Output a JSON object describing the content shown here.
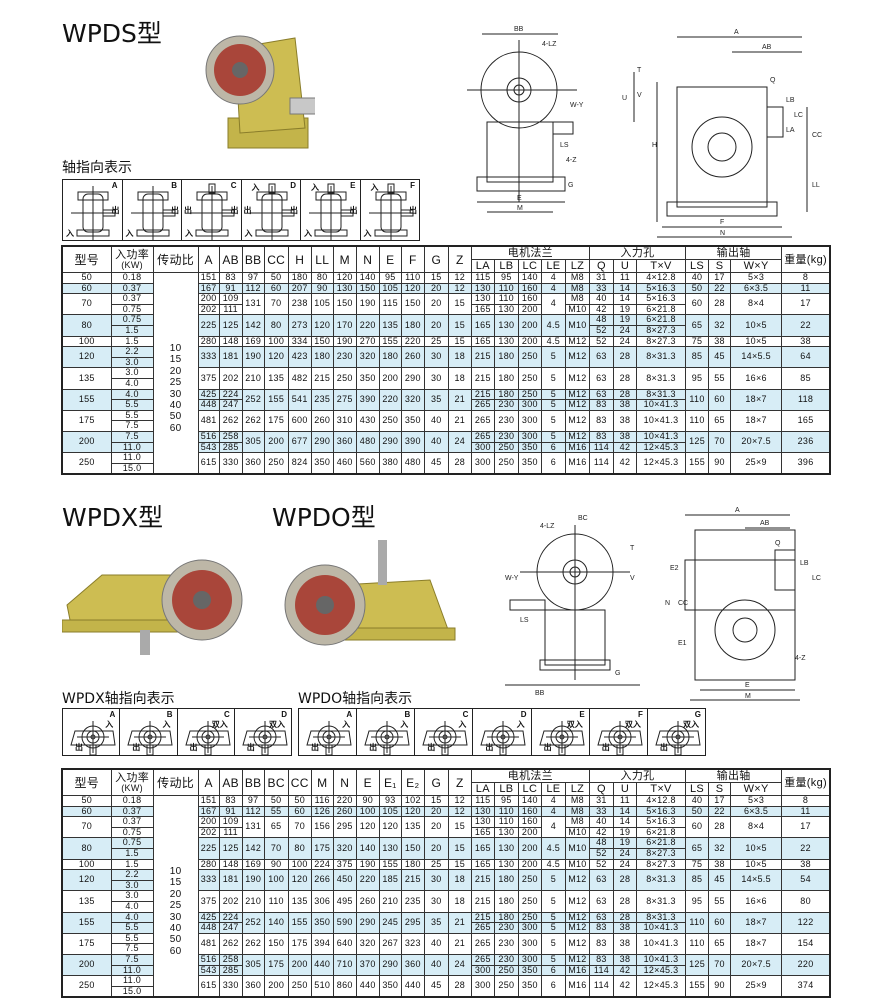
{
  "section1": {
    "title": "WPDS型",
    "direction_label": "轴指向表示",
    "directions": [
      {
        "letter": "A",
        "in": "入",
        "out": "出"
      },
      {
        "letter": "B",
        "in": "入",
        "out": "出"
      },
      {
        "letter": "C",
        "in": "入",
        "out": "出",
        "out2": "出"
      },
      {
        "letter": "D",
        "in": "入",
        "in2": "入",
        "out": "出",
        "out2": "出"
      },
      {
        "letter": "E",
        "in": "入",
        "in2": "入",
        "out": "出"
      },
      {
        "letter": "F",
        "in": "入",
        "in2": "入",
        "out": "出"
      }
    ],
    "drawing_labels": [
      "BB",
      "4-LZ",
      "W-Y",
      "LS",
      "4-Z",
      "E",
      "M",
      "G",
      "T",
      "V",
      "A",
      "AB",
      "Q",
      "H",
      "CC",
      "LL",
      "F",
      "N",
      "LB",
      "LC",
      "LA",
      "U"
    ]
  },
  "section2": {
    "title_x": "WPDX型",
    "title_o": "WPDO型",
    "direction_label_x": "WPDX轴指向表示",
    "direction_label_o": "WPDO轴指向表示",
    "directions_x": [
      {
        "letter": "A",
        "a": "入",
        "b": "出"
      },
      {
        "letter": "B",
        "a": "入",
        "b": "出"
      },
      {
        "letter": "C",
        "a": "双入",
        "b": "出"
      },
      {
        "letter": "D",
        "a": "双入",
        "b": "出"
      }
    ],
    "directions_o": [
      {
        "letter": "A",
        "a": "入",
        "b": "出"
      },
      {
        "letter": "B",
        "a": "入",
        "b": "出"
      },
      {
        "letter": "C",
        "a": "入",
        "b": "出"
      },
      {
        "letter": "D",
        "a": "入",
        "b": "出"
      },
      {
        "letter": "E",
        "a": "双入",
        "b": "出"
      },
      {
        "letter": "F",
        "a": "双入",
        "b": "出"
      },
      {
        "letter": "G",
        "a": "双入",
        "b": "出"
      }
    ],
    "drawing_labels": [
      "BC",
      "4-LZ",
      "W-Y",
      "LS",
      "BB",
      "G",
      "A",
      "AB",
      "Q",
      "E2",
      "N",
      "CC",
      "E1",
      "E",
      "M",
      "4-Z",
      "LB",
      "LC",
      "T",
      "V"
    ]
  },
  "headers": {
    "model": "型号",
    "power": "入功率",
    "power_unit": "(KW)",
    "ratio": "传动比",
    "flange": "电机法兰",
    "input": "入力孔",
    "output": "输出轴",
    "weight": "重量(kg)",
    "sub": [
      "LA",
      "LB",
      "LC",
      "LE",
      "LZ",
      "Q",
      "U",
      "T×V",
      "LS",
      "S",
      "W×Y"
    ]
  },
  "ratios": "10\n15\n20\n25\n30\n40\n50\n60",
  "table1": {
    "dims": [
      "A",
      "AB",
      "BB",
      "CC",
      "H",
      "LL",
      "M",
      "N",
      "E",
      "F",
      "G",
      "Z"
    ],
    "rows": [
      {
        "model": "50",
        "power": [
          "0.18"
        ],
        "cells": [
          "151",
          "83",
          "97",
          "50",
          "180",
          "80",
          "120",
          "140",
          "95",
          "110",
          "15",
          "12",
          "115",
          "95",
          "140",
          "4",
          "M8",
          "31",
          "11",
          "4×12.8",
          "40",
          "17",
          "5×3",
          "8"
        ]
      },
      {
        "model": "60",
        "power": [
          "0.37"
        ],
        "cells": [
          "167",
          "91",
          "112",
          "60",
          "207",
          "90",
          "130",
          "150",
          "105",
          "120",
          "20",
          "12",
          "130",
          "110",
          "160",
          "4",
          "M8",
          "33",
          "14",
          "5×16.3",
          "50",
          "22",
          "6×3.5",
          "11"
        ]
      },
      {
        "model": "70",
        "power": [
          "0.37",
          "0.75"
        ],
        "cells": [
          [
            "200",
            "202"
          ],
          [
            "109",
            "111"
          ],
          "131",
          "70",
          "238",
          "105",
          "150",
          "190",
          "115",
          "150",
          "20",
          "15",
          [
            "130",
            "165"
          ],
          [
            "110",
            "130"
          ],
          [
            "160",
            "200"
          ],
          "4",
          [
            "M8",
            "M10"
          ],
          [
            "40",
            "42"
          ],
          [
            "14",
            "19"
          ],
          [
            "5×16.3",
            "6×21.8"
          ],
          "60",
          "28",
          "8×4",
          "17"
        ]
      },
      {
        "model": "80",
        "power": [
          "0.75",
          "1.5"
        ],
        "cells": [
          "225",
          "125",
          "142",
          "80",
          "273",
          "120",
          "170",
          "220",
          "135",
          "180",
          "20",
          "15",
          "165",
          "130",
          "200",
          "4.5",
          "M10",
          [
            "48",
            "52"
          ],
          [
            "19",
            "24"
          ],
          [
            "6×21.8",
            "8×27.3"
          ],
          "65",
          "32",
          "10×5",
          "22"
        ]
      },
      {
        "model": "100",
        "power": [
          "1.5"
        ],
        "cells": [
          "280",
          "148",
          "169",
          "100",
          "334",
          "150",
          "190",
          "270",
          "155",
          "220",
          "25",
          "15",
          "165",
          "130",
          "200",
          "4.5",
          "M12",
          "52",
          "24",
          "8×27.3",
          "75",
          "38",
          "10×5",
          "38"
        ]
      },
      {
        "model": "120",
        "power": [
          "2.2",
          "3.0"
        ],
        "cells": [
          "333",
          "181",
          "190",
          "120",
          "423",
          "180",
          "230",
          "320",
          "180",
          "260",
          "30",
          "18",
          "215",
          "180",
          "250",
          "5",
          "M12",
          "63",
          "28",
          "8×31.3",
          "85",
          "45",
          "14×5.5",
          "64"
        ]
      },
      {
        "model": "135",
        "power": [
          "3.0",
          "4.0"
        ],
        "cells": [
          "375",
          "202",
          "210",
          "135",
          "482",
          "215",
          "250",
          "350",
          "200",
          "290",
          "30",
          "18",
          "215",
          "180",
          "250",
          "5",
          "M12",
          "63",
          "28",
          "8×31.3",
          "95",
          "55",
          "16×6",
          "85"
        ]
      },
      {
        "model": "155",
        "power": [
          "4.0",
          "5.5"
        ],
        "cells": [
          [
            "425",
            "448"
          ],
          [
            "224",
            "247"
          ],
          "252",
          "155",
          "541",
          "235",
          "275",
          "390",
          "220",
          "320",
          "35",
          "21",
          [
            "215",
            "265"
          ],
          [
            "180",
            "230"
          ],
          [
            "250",
            "300"
          ],
          [
            "5",
            "5"
          ],
          [
            "M12",
            "M12"
          ],
          [
            "63",
            "83"
          ],
          [
            "28",
            "38"
          ],
          [
            "8×31.3",
            "10×41.3"
          ],
          "110",
          "60",
          "18×7",
          "118"
        ]
      },
      {
        "model": "175",
        "power": [
          "5.5",
          "7.5"
        ],
        "cells": [
          "481",
          "262",
          "262",
          "175",
          "600",
          "260",
          "310",
          "430",
          "250",
          "350",
          "40",
          "21",
          "265",
          "230",
          "300",
          "5",
          "M12",
          "83",
          "38",
          "10×41.3",
          "110",
          "65",
          "18×7",
          "165"
        ]
      },
      {
        "model": "200",
        "power": [
          "7.5",
          "11.0"
        ],
        "cells": [
          [
            "516",
            "543"
          ],
          [
            "258",
            "285"
          ],
          "305",
          "200",
          "677",
          "290",
          "360",
          "480",
          "290",
          "390",
          "40",
          "24",
          [
            "265",
            "300"
          ],
          [
            "230",
            "250"
          ],
          [
            "300",
            "350"
          ],
          [
            "5",
            "6"
          ],
          [
            "M12",
            "M16"
          ],
          [
            "83",
            "114"
          ],
          [
            "38",
            "42"
          ],
          [
            "10×41.3",
            "12×45.3"
          ],
          "125",
          "70",
          "20×7.5",
          "236"
        ]
      },
      {
        "model": "250",
        "power": [
          "11.0",
          "15.0"
        ],
        "cells": [
          "615",
          "330",
          "360",
          "250",
          "824",
          "350",
          "460",
          "560",
          "380",
          "480",
          "45",
          "28",
          "300",
          "250",
          "350",
          "6",
          "M16",
          "114",
          "42",
          "12×45.3",
          "155",
          "90",
          "25×9",
          "396"
        ]
      }
    ]
  },
  "table2": {
    "dims": [
      "A",
      "AB",
      "BB",
      "BC",
      "CC",
      "M",
      "N",
      "E",
      "E₁",
      "E₂",
      "G",
      "Z"
    ],
    "rows": [
      {
        "model": "50",
        "power": [
          "0.18"
        ],
        "cells": [
          "151",
          "83",
          "97",
          "50",
          "50",
          "116",
          "220",
          "90",
          "93",
          "102",
          "15",
          "12",
          "115",
          "95",
          "140",
          "4",
          "M8",
          "31",
          "11",
          "4×12.8",
          "40",
          "17",
          "5×3",
          "8"
        ]
      },
      {
        "model": "60",
        "power": [
          "0.37"
        ],
        "cells": [
          "167",
          "91",
          "112",
          "55",
          "60",
          "126",
          "260",
          "100",
          "105",
          "120",
          "20",
          "12",
          "130",
          "110",
          "160",
          "4",
          "M8",
          "33",
          "14",
          "5×16.3",
          "50",
          "22",
          "6×3.5",
          "11"
        ]
      },
      {
        "model": "70",
        "power": [
          "0.37",
          "0.75"
        ],
        "cells": [
          [
            "200",
            "202"
          ],
          [
            "109",
            "111"
          ],
          "131",
          "65",
          "70",
          "156",
          "295",
          "120",
          "120",
          "135",
          "20",
          "15",
          [
            "130",
            "165"
          ],
          [
            "110",
            "130"
          ],
          [
            "160",
            "200"
          ],
          "4",
          [
            "M8",
            "M10"
          ],
          [
            "40",
            "42"
          ],
          [
            "14",
            "19"
          ],
          [
            "5×16.3",
            "6×21.8"
          ],
          "60",
          "28",
          "8×4",
          "17"
        ]
      },
      {
        "model": "80",
        "power": [
          "0.75",
          "1.5"
        ],
        "cells": [
          "225",
          "125",
          "142",
          "70",
          "80",
          "175",
          "320",
          "140",
          "130",
          "150",
          "20",
          "15",
          "165",
          "130",
          "200",
          "4.5",
          "M10",
          [
            "48",
            "52"
          ],
          [
            "19",
            "24"
          ],
          [
            "6×21.8",
            "8×27.3"
          ],
          "65",
          "32",
          "10×5",
          "22"
        ]
      },
      {
        "model": "100",
        "power": [
          "1.5"
        ],
        "cells": [
          "280",
          "148",
          "169",
          "90",
          "100",
          "224",
          "375",
          "190",
          "155",
          "180",
          "25",
          "15",
          "165",
          "130",
          "200",
          "4.5",
          "M10",
          "52",
          "24",
          "8×27.3",
          "75",
          "38",
          "10×5",
          "38"
        ]
      },
      {
        "model": "120",
        "power": [
          "2.2",
          "3.0"
        ],
        "cells": [
          "333",
          "181",
          "190",
          "100",
          "120",
          "266",
          "450",
          "220",
          "185",
          "215",
          "30",
          "18",
          "215",
          "180",
          "250",
          "5",
          "M12",
          "63",
          "28",
          "8×31.3",
          "85",
          "45",
          "14×5.5",
          "54"
        ]
      },
      {
        "model": "135",
        "power": [
          "3.0",
          "4.0"
        ],
        "cells": [
          "375",
          "202",
          "210",
          "110",
          "135",
          "306",
          "495",
          "260",
          "210",
          "235",
          "30",
          "18",
          "215",
          "180",
          "250",
          "5",
          "M12",
          "63",
          "28",
          "8×31.3",
          "95",
          "55",
          "16×6",
          "80"
        ]
      },
      {
        "model": "155",
        "power": [
          "4.0",
          "5.5"
        ],
        "cells": [
          [
            "425",
            "448"
          ],
          [
            "224",
            "247"
          ],
          "252",
          "140",
          "155",
          "350",
          "590",
          "290",
          "245",
          "295",
          "35",
          "21",
          [
            "215",
            "265"
          ],
          [
            "180",
            "230"
          ],
          [
            "250",
            "300"
          ],
          [
            "5",
            "5"
          ],
          [
            "M12",
            "M12"
          ],
          [
            "63",
            "83"
          ],
          [
            "28",
            "38"
          ],
          [
            "8×31.3",
            "10×41.3"
          ],
          "110",
          "60",
          "18×7",
          "122"
        ]
      },
      {
        "model": "175",
        "power": [
          "5.5",
          "7.5"
        ],
        "cells": [
          "481",
          "262",
          "262",
          "150",
          "175",
          "394",
          "640",
          "320",
          "267",
          "323",
          "40",
          "21",
          "265",
          "230",
          "300",
          "5",
          "M12",
          "83",
          "38",
          "10×41.3",
          "110",
          "65",
          "18×7",
          "154"
        ]
      },
      {
        "model": "200",
        "power": [
          "7.5",
          "11.0"
        ],
        "cells": [
          [
            "516",
            "543"
          ],
          [
            "258",
            "285"
          ],
          "305",
          "175",
          "200",
          "440",
          "710",
          "370",
          "290",
          "360",
          "40",
          "24",
          [
            "265",
            "300"
          ],
          [
            "230",
            "250"
          ],
          [
            "300",
            "350"
          ],
          [
            "5",
            "6"
          ],
          [
            "M12",
            "M16"
          ],
          [
            "83",
            "114"
          ],
          [
            "38",
            "42"
          ],
          [
            "10×41.3",
            "12×45.3"
          ],
          "125",
          "70",
          "20×7.5",
          "220"
        ]
      },
      {
        "model": "250",
        "power": [
          "11.0",
          "15.0"
        ],
        "cells": [
          "615",
          "330",
          "360",
          "200",
          "250",
          "510",
          "860",
          "440",
          "350",
          "440",
          "45",
          "28",
          "300",
          "250",
          "350",
          "6",
          "M16",
          "114",
          "42",
          "12×45.3",
          "155",
          "90",
          "25×9",
          "374"
        ]
      }
    ]
  },
  "colors": {
    "shade": "#d7edf6",
    "body": "#c9b84a",
    "flange": "#b0483a"
  }
}
